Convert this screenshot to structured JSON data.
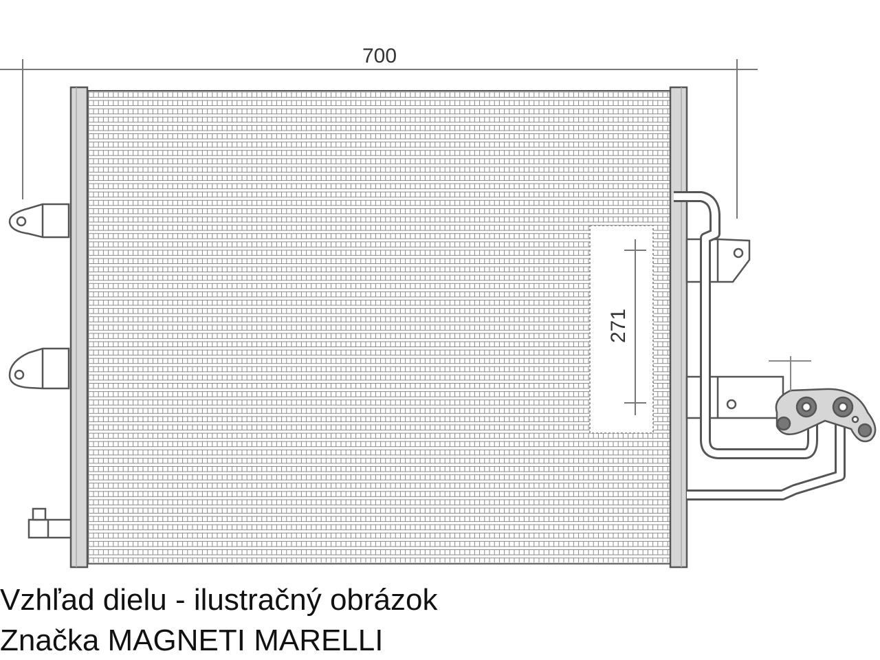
{
  "drawing": {
    "dimension_width": "700",
    "dimension_height": "271",
    "colors": {
      "line": "#555555",
      "fin_row": "#d9d9d9",
      "fin_line": "#8a8a8a",
      "tank_fill": "#d6d6d6",
      "background": "#ffffff"
    }
  },
  "captions": {
    "line1": "Vzhľad dielu - ilustračný obrázok",
    "line2": "Značka MAGNETI MARELLI"
  }
}
